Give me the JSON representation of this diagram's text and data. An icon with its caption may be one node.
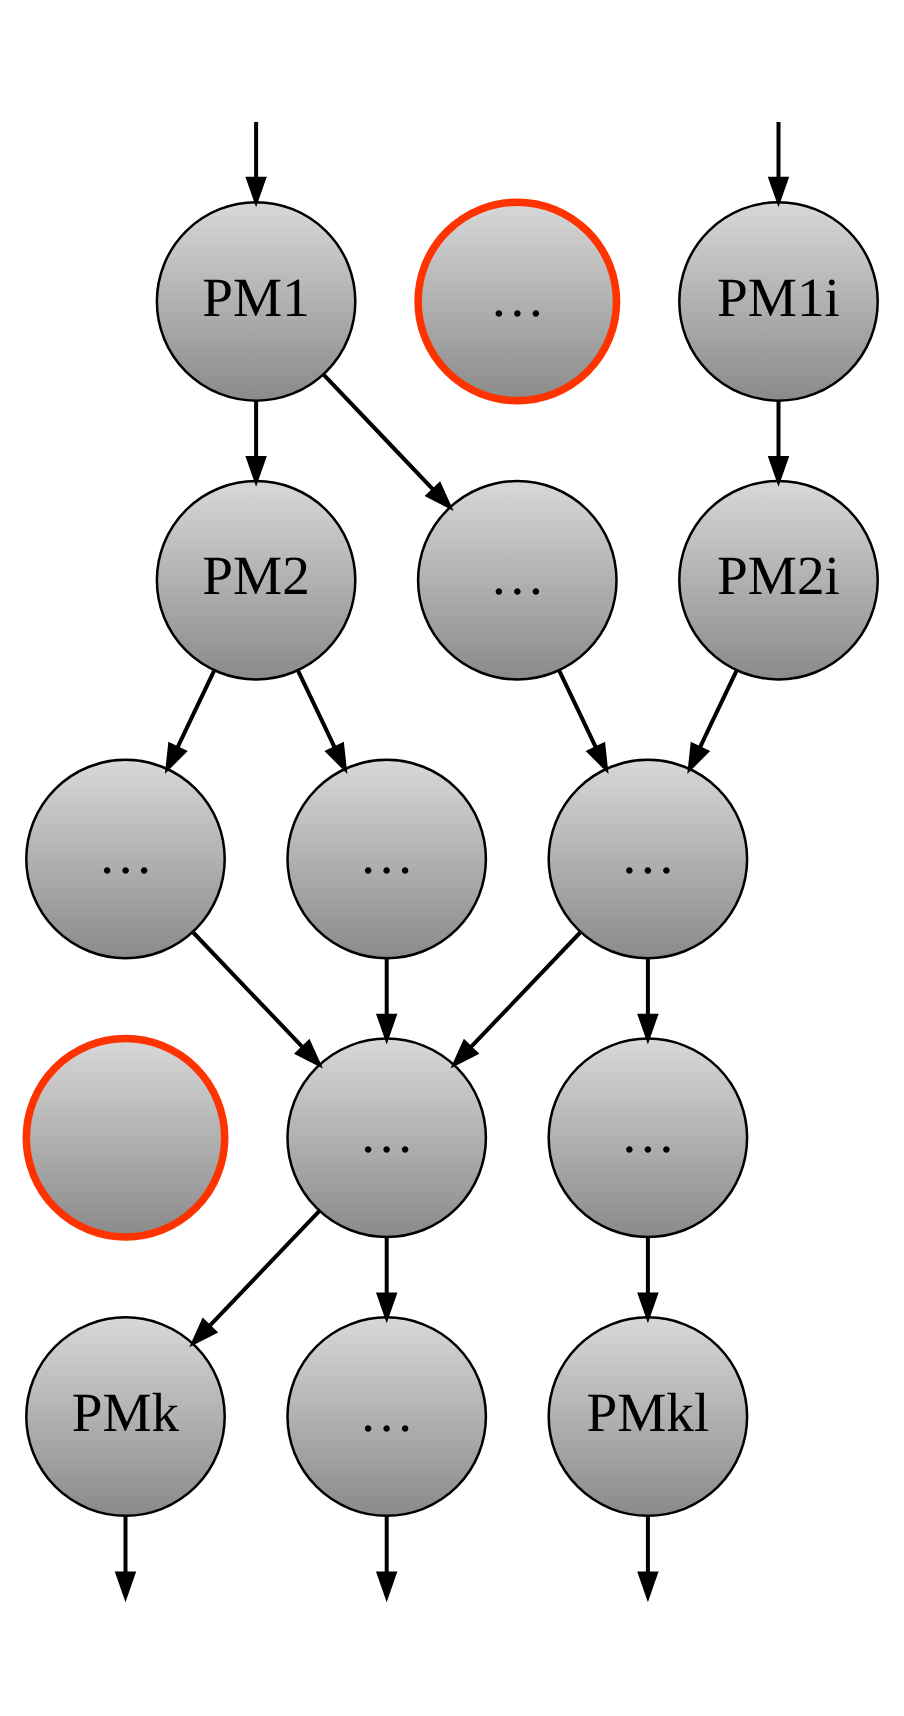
{
  "diagram": {
    "nodes": [
      {
        "text": [
          "PM1"
        ]
      },
      {
        "text": [
          "…"
        ]
      },
      {
        "text": [
          "PM1i"
        ]
      },
      {
        "text": [
          "PM2"
        ]
      },
      {
        "text": [
          "…"
        ]
      },
      {
        "text": [
          "PM2i"
        ]
      },
      {
        "text": [
          "…"
        ]
      },
      {
        "text": [
          "…"
        ]
      },
      {
        "text": [
          "…"
        ]
      },
      {
        "text": [],
        "shape": "circle"
      },
      {
        "text": [
          "…"
        ]
      },
      {
        "text": [
          "…"
        ]
      },
      {
        "text": [
          "PMk"
        ]
      },
      {
        "text": [
          "…"
        ]
      },
      {
        "text": [
          "PMkl"
        ]
      }
    ],
    "edges": [
      {
        "from": null,
        "to": 0,
        "arrow": "to"
      },
      {
        "from": null,
        "to": 2,
        "arrow": "to"
      },
      {
        "from": 0,
        "to": 3,
        "arrow": "to"
      },
      {
        "from": 0,
        "to": 4,
        "arrow": "to"
      },
      {
        "from": 2,
        "to": 5,
        "arrow": "to"
      },
      {
        "from": 3,
        "to": 6,
        "arrow": "to"
      },
      {
        "from": 3,
        "to": 7,
        "arrow": "to"
      },
      {
        "from": 4,
        "to": 8,
        "arrow": "to"
      },
      {
        "from": 5,
        "to": 8,
        "arrow": "to"
      },
      {
        "from": 6,
        "to": 10,
        "arrow": "to"
      },
      {
        "from": 7,
        "to": 10,
        "arrow": "to"
      },
      {
        "from": 8,
        "to": 10,
        "arrow": "to"
      },
      {
        "from": 8,
        "to": 11,
        "arrow": "to"
      },
      {
        "from": 10,
        "to": 12,
        "arrow": "to"
      },
      {
        "from": 10,
        "to": 13,
        "arrow": "to"
      },
      {
        "from": 11,
        "to": 14,
        "arrow": "to"
      },
      {
        "from": 12,
        "to": null,
        "arrow": "to"
      },
      {
        "from": 13,
        "to": null,
        "arrow": "to"
      },
      {
        "from": 14,
        "to": null,
        "arrow": "to"
      }
    ]
  }
}
